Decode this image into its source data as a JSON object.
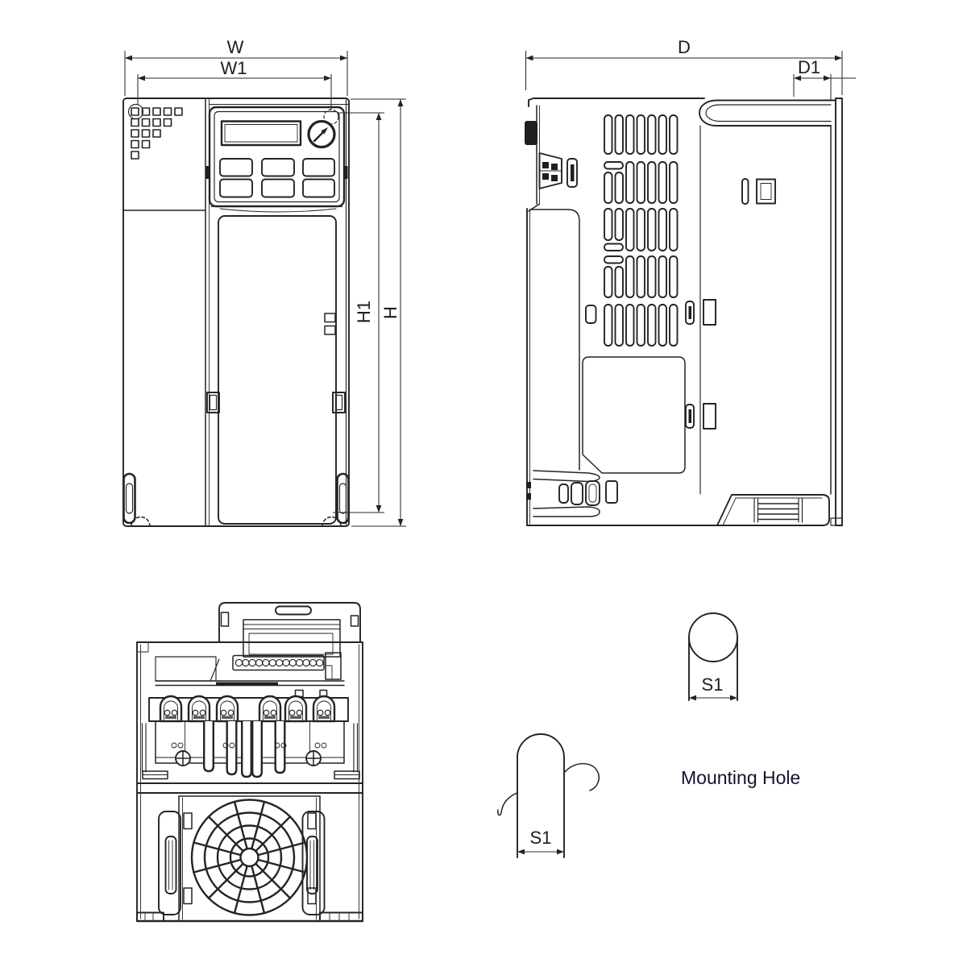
{
  "drawing": {
    "dimension_labels": {
      "width": "W",
      "width_inner": "W1",
      "height_inner": "H1",
      "height": "H",
      "depth": "D",
      "depth_tab": "D1",
      "slot_width_top": "S1",
      "slot_width_bottom": "S1"
    },
    "annotations": {
      "mounting_hole_label": "Mounting Hole"
    },
    "colors": {
      "line": "#242424",
      "dimension_text": "#1c1c1c",
      "annotation_text": "#13132f",
      "background": "#ffffff"
    }
  }
}
